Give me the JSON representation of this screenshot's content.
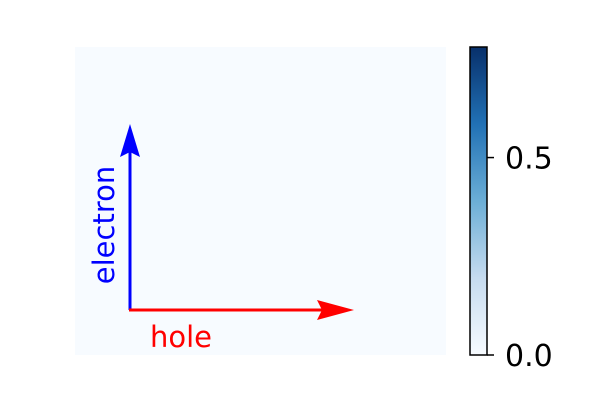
{
  "chart_data": {
    "type": "heatmap",
    "title": "",
    "xlabel": "",
    "ylabel": "",
    "grid": false,
    "colormap": "Blues",
    "heatmap_values": [
      [
        0.0
      ]
    ],
    "colorbar": {
      "vmin": 0.0,
      "vmax": 0.78,
      "ticks": [
        {
          "value": 0.0,
          "label": "0.0"
        },
        {
          "value": 0.5,
          "label": "0.5"
        }
      ]
    },
    "annotations": {
      "electron_arrow": {
        "label": "electron",
        "color": "#0000ff",
        "direction": "up"
      },
      "hole_arrow": {
        "label": "hole",
        "color": "#ff0000",
        "direction": "right"
      }
    }
  },
  "colors": {
    "heatmap_cell": "#f7fbff",
    "cmap_low": "#f7fbff",
    "cmap_mid_low": "#c6dbef",
    "cmap_mid": "#6baed6",
    "cmap_mid_high": "#2171b5",
    "cmap_high": "#08306b"
  }
}
